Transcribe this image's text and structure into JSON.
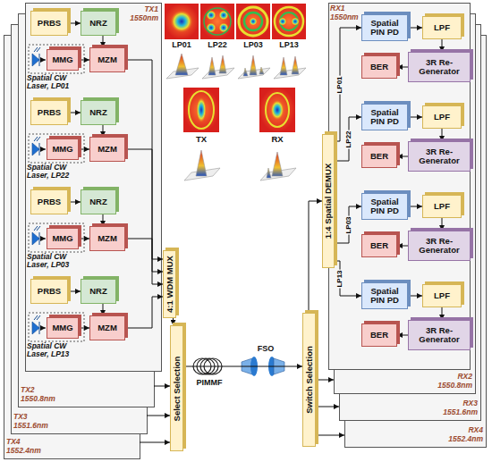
{
  "diagram": {
    "nodes": [
      {
        "text": [
          "TX1 1550nm"
        ]
      },
      {
        "text": [
          "PRBS"
        ],
        "in": 0
      },
      {
        "text": [
          "NRZ"
        ],
        "in": 0
      },
      {
        "text": [
          "MMG"
        ],
        "in": 0
      },
      {
        "text": [
          "MZM"
        ],
        "in": 0
      },
      {
        "text": [
          "PRBS"
        ],
        "in": 0
      },
      {
        "text": [
          "NRZ"
        ],
        "in": 0
      },
      {
        "text": [
          "MMG"
        ],
        "in": 0
      },
      {
        "text": [
          "MZM"
        ],
        "in": 0
      },
      {
        "text": [
          "PRBS"
        ],
        "in": 0
      },
      {
        "text": [
          "NRZ"
        ],
        "in": 0
      },
      {
        "text": [
          "MMG"
        ],
        "in": 0
      },
      {
        "text": [
          "MZM"
        ],
        "in": 0
      },
      {
        "text": [
          "PRBS"
        ],
        "in": 0
      },
      {
        "text": [
          "NRZ"
        ],
        "in": 0
      },
      {
        "text": [
          "MMG"
        ],
        "in": 0
      },
      {
        "text": [
          "MZM"
        ],
        "in": 0
      },
      {
        "text": [
          "TX2 1550.8nm"
        ]
      },
      {
        "text": [
          "TX3 1551.6nm"
        ]
      },
      {
        "text": [
          "TX4 1552.4nm"
        ]
      },
      {
        "text": [
          "4:1 WDM MUX"
        ]
      },
      {
        "text": [
          "Select Selection"
        ]
      },
      {
        "text": [
          "Switch Selection"
        ]
      },
      {
        "text": [
          "1:4 Spatial DEMUX"
        ]
      },
      {
        "text": [
          "RX1 1550nm"
        ]
      },
      {
        "text": [
          "Spatial PIN PD"
        ],
        "in": 24
      },
      {
        "text": [
          "LPF"
        ],
        "in": 24
      },
      {
        "text": [
          "BER"
        ],
        "in": 24
      },
      {
        "text": [
          "3R Re-Generator"
        ],
        "in": 24
      },
      {
        "text": [
          "Spatial PIN PD"
        ],
        "in": 24
      },
      {
        "text": [
          "LPF"
        ],
        "in": 24
      },
      {
        "text": [
          "BER"
        ],
        "in": 24
      },
      {
        "text": [
          "3R Re-Generator"
        ],
        "in": 24
      },
      {
        "text": [
          "Spatial PIN PD"
        ],
        "in": 24
      },
      {
        "text": [
          "LPF"
        ],
        "in": 24
      },
      {
        "text": [
          "BER"
        ],
        "in": 24
      },
      {
        "text": [
          "3R Re-Generator"
        ],
        "in": 24
      },
      {
        "text": [
          "Spatial PIN PD"
        ],
        "in": 24
      },
      {
        "text": [
          "LPF"
        ],
        "in": 24
      },
      {
        "text": [
          "BER"
        ],
        "in": 24
      },
      {
        "text": [
          "3R Re-Generator"
        ],
        "in": 24
      },
      {
        "text": [
          "RX2 1550.8nm"
        ]
      },
      {
        "text": [
          "RX3 1551.6nm"
        ]
      },
      {
        "text": [
          "RX4 1552.4nm"
        ]
      }
    ],
    "edges": [
      {
        "from": 1,
        "to": 2,
        "arrow": "to"
      },
      {
        "from": 2,
        "to": 4,
        "arrow": "to"
      },
      {
        "from": 3,
        "to": 4,
        "arrow": "to"
      },
      {
        "from": 4,
        "to": 20,
        "arrow": "to"
      },
      {
        "from": 5,
        "to": 6,
        "arrow": "to"
      },
      {
        "from": 6,
        "to": 8,
        "arrow": "to"
      },
      {
        "from": 7,
        "to": 8,
        "arrow": "to"
      },
      {
        "from": 8,
        "to": 20,
        "arrow": "to"
      },
      {
        "from": 9,
        "to": 10,
        "arrow": "to"
      },
      {
        "from": 10,
        "to": 12,
        "arrow": "to"
      },
      {
        "from": 11,
        "to": 12,
        "arrow": "to"
      },
      {
        "from": 12,
        "to": 20,
        "arrow": "to"
      },
      {
        "from": 13,
        "to": 14,
        "arrow": "to"
      },
      {
        "from": 14,
        "to": 16,
        "arrow": "to"
      },
      {
        "from": 15,
        "to": 16,
        "arrow": "to"
      },
      {
        "from": 16,
        "to": 20,
        "arrow": "to"
      },
      {
        "from": 20,
        "to": 21,
        "arrow": "to"
      },
      {
        "from": 17,
        "to": 21,
        "arrow": "to"
      },
      {
        "from": 18,
        "to": 21,
        "arrow": "to"
      },
      {
        "from": 19,
        "to": 21,
        "arrow": "to"
      },
      {
        "from": 21,
        "to": 22,
        "arrow": "to"
      },
      {
        "from": 22,
        "to": 23,
        "arrow": "to"
      },
      {
        "from": 22,
        "to": 41,
        "arrow": "to"
      },
      {
        "from": 22,
        "to": 42,
        "arrow": "to"
      },
      {
        "from": 22,
        "to": 43,
        "arrow": "to"
      },
      {
        "from": 23,
        "to": 25,
        "label": "LP01",
        "arrow": "to"
      },
      {
        "from": 25,
        "to": 26,
        "arrow": "to"
      },
      {
        "from": 26,
        "to": 28,
        "arrow": "to"
      },
      {
        "from": 28,
        "to": 27,
        "arrow": "to"
      },
      {
        "from": 23,
        "to": 29,
        "label": "LP22",
        "arrow": "to"
      },
      {
        "from": 29,
        "to": 30,
        "arrow": "to"
      },
      {
        "from": 30,
        "to": 32,
        "arrow": "to"
      },
      {
        "from": 32,
        "to": 31,
        "arrow": "to"
      },
      {
        "from": 23,
        "to": 33,
        "label": "LP03",
        "arrow": "to"
      },
      {
        "from": 33,
        "to": 34,
        "arrow": "to"
      },
      {
        "from": 34,
        "to": 36,
        "arrow": "to"
      },
      {
        "from": 36,
        "to": 35,
        "arrow": "to"
      },
      {
        "from": 23,
        "to": 37,
        "label": "LP13",
        "arrow": "to"
      },
      {
        "from": 37,
        "to": 38,
        "arrow": "to"
      },
      {
        "from": 38,
        "to": 40,
        "arrow": "to"
      },
      {
        "from": 40,
        "to": 39,
        "arrow": "to"
      }
    ],
    "labels": [
      "Spatial CW Laser, LP01",
      "Spatial CW Laser, LP22",
      "Spatial CW Laser, LP03",
      "Spatial CW Laser, LP13",
      "LP01",
      "LP22",
      "LP03",
      "LP13",
      "TX",
      "RX",
      "PIMMF",
      "FSO"
    ]
  }
}
